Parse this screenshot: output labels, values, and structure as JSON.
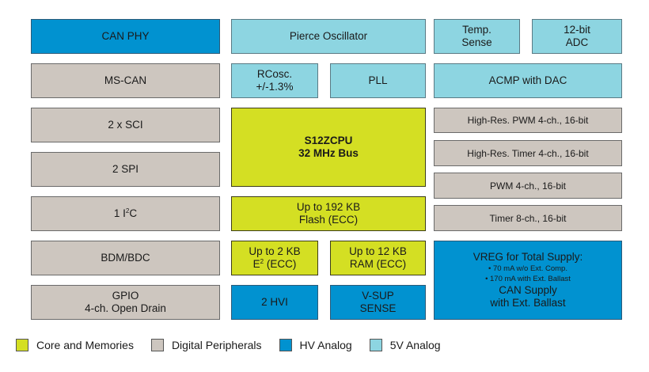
{
  "colors": {
    "core": "#d4df23",
    "digital": "#cdc6bf",
    "hv_analog": "#0192d0",
    "analog_5v": "#8dd5e1"
  },
  "blocks": {
    "can_phy": "CAN PHY",
    "ms_can": "MS-CAN",
    "sci": "2 x SCI",
    "spi": "2 SPI",
    "i2c_prefix": "1 I",
    "i2c_sup": "2",
    "i2c_suffix": "C",
    "bdm": "BDM/BDC",
    "gpio_line1": "GPIO",
    "gpio_line2": "4-ch. Open Drain",
    "pierce": "Pierce Oscillator",
    "rcosc_line1": "RCosc.",
    "rcosc_line2": "+/-1.3%",
    "pll": "PLL",
    "cpu_line1": "S12ZCPU",
    "cpu_line2": "32 MHz Bus",
    "flash_line1": "Up to 192 KB",
    "flash_line2": "Flash (ECC)",
    "eeprom_line1": "Up to 2 KB",
    "eeprom_line2_prefix": "E",
    "eeprom_line2_sup": "2",
    "eeprom_line2_suffix": " (ECC)",
    "ram_line1": "Up to 12 KB",
    "ram_line2": "RAM (ECC)",
    "hvi": "2 HVI",
    "vsup_line1": "V-SUP",
    "vsup_line2": "SENSE",
    "temp_line1": "Temp.",
    "temp_line2": "Sense",
    "adc_line1": "12-bit",
    "adc_line2": "ADC",
    "acmp": "ACMP with DAC",
    "hr_pwm": "High-Res. PWM 4-ch., 16-bit",
    "hr_timer": "High-Res. Timer 4-ch., 16-bit",
    "pwm": "PWM 4-ch., 16-bit",
    "timer": "Timer 8-ch., 16-bit",
    "vreg_title": "VREG for Total Supply:",
    "vreg_bullet1": "• 70 mA w/o Ext. Comp.",
    "vreg_bullet2": "• 170 mA with Ext. Ballast",
    "vreg_line3": "CAN Supply",
    "vreg_line4": "with Ext. Ballast"
  },
  "legend": [
    {
      "label": "Core and Memories"
    },
    {
      "label": "Digital Peripherals"
    },
    {
      "label": "HV Analog"
    },
    {
      "label": "5V Analog"
    }
  ]
}
